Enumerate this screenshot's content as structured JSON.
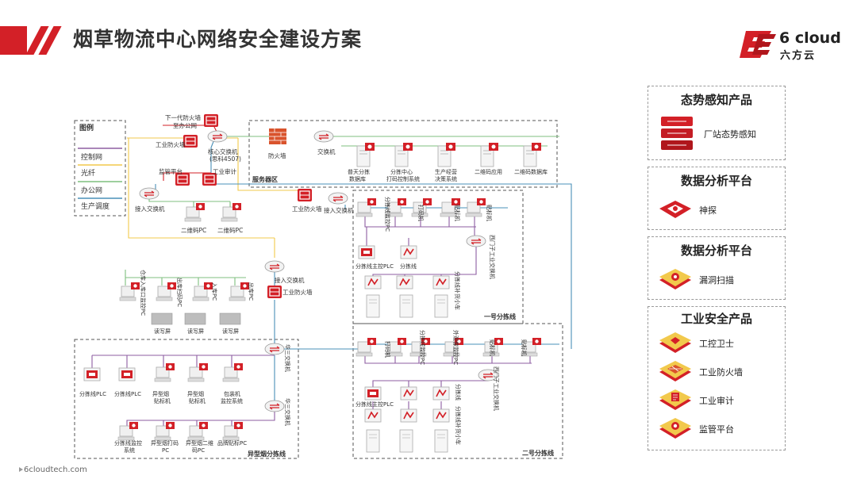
{
  "header": {
    "title": "烟草物流中心网络安全建设方案",
    "logo_en": "6 cloud",
    "logo_cn": "六方云"
  },
  "colors": {
    "brand_red": "#d32027",
    "control_net": "#8e5ea2",
    "fiber": "#f2c94c",
    "office_net": "#7fbf7f",
    "production": "#4a90b8"
  },
  "legend": {
    "title": "图例",
    "items": [
      "控制网",
      "光纤",
      "办公网",
      "生产调度"
    ]
  },
  "nodes": {
    "ngfw": "下一代防火墙",
    "office": "至办公网",
    "core_switch": "核心交换机",
    "core_model": "(思科4507)",
    "ind_fw_top": "工业防火墙",
    "monitor": "监管平台",
    "audit": "工业审计",
    "access_left": "接入交换机",
    "qr_pc_a": "二维码PC",
    "qr_pc_b": "二维码PC",
    "ind_fw_mid": "工业防火墙",
    "access_mid": "接入交换机",
    "access_wh": "接入交换机",
    "ind_fw_wh": "工业防火墙",
    "h3c_1": "华三交换机",
    "h3c_2": "华三交换机"
  },
  "server_zone": {
    "label": "服务器区",
    "firewall": "防火墙",
    "switch": "交换机",
    "servers": [
      {
        "l1": "普天分拣",
        "l2": "数据库"
      },
      {
        "l1": "分拣中心",
        "l2": "打码控制系统"
      },
      {
        "l1": "生产经营",
        "l2": "决策系统"
      },
      {
        "l1": "二维码应用",
        "l2": ""
      },
      {
        "l1": "二维码数据库",
        "l2": ""
      }
    ]
  },
  "warehouse": {
    "pcs": [
      "仓库入库口监控PC",
      "出库扫码PC",
      "入库PC",
      "出库PC"
    ],
    "screens": [
      "读写屏",
      "读写屏",
      "读写屏"
    ]
  },
  "line1": {
    "label": "一号分拣线",
    "top_devices": [
      "分拣线监控PC",
      "打码机",
      "贴标机",
      "贴标机"
    ],
    "switch": "西门子工业交换机",
    "plc_main": "分拣线主控PLC",
    "plc_line": "分拣线",
    "cart": "分拣线补货小车"
  },
  "line2": {
    "label": "二号分拣线",
    "top_devices": [
      "打码机",
      "分拣线监控PC",
      "外观像监控PC",
      "贴标机",
      "贴标机"
    ],
    "switch": "西门子工业交换机",
    "plc_main": "分拣线主控PLC",
    "plc_line": "分拣线",
    "cart": "分拣线补货小车"
  },
  "special_line": {
    "label": "异型烟分拣线",
    "row1": [
      {
        "l1": "分拣线PLC",
        "l2": ""
      },
      {
        "l1": "分拣线PLC",
        "l2": ""
      },
      {
        "l1": "异型烟",
        "l2": "贴标机"
      },
      {
        "l1": "异型烟",
        "l2": "贴标机"
      },
      {
        "l1": "包装机",
        "l2": "监控系统"
      }
    ],
    "row2": [
      {
        "l1": "分拣线监控",
        "l2": "系统"
      },
      {
        "l1": "异型烟打码",
        "l2": "PC"
      },
      {
        "l1": "异型烟二维",
        "l2": "码PC"
      },
      {
        "l1": "品牌贴标PC",
        "l2": ""
      }
    ]
  },
  "panels": [
    {
      "title": "态势感知产品",
      "items": [
        {
          "label": "厂站态势感知",
          "icon": "situation-awareness-icon"
        }
      ]
    },
    {
      "title": "数据分析平台",
      "items": [
        {
          "label": "神探",
          "icon": "shentan-icon"
        }
      ]
    },
    {
      "title": "数据分析平台",
      "items": [
        {
          "label": "漏洞扫描",
          "icon": "vuln-scan-icon"
        }
      ]
    },
    {
      "title": "工业安全产品",
      "items": [
        {
          "label": "工控卫士",
          "icon": "ics-guard-icon"
        },
        {
          "label": "工业防火墙",
          "icon": "industrial-firewall-icon"
        },
        {
          "label": "工业审计",
          "icon": "industrial-audit-icon"
        },
        {
          "label": "监管平台",
          "icon": "supervision-platform-icon"
        }
      ]
    }
  ],
  "footer": {
    "url": "6cloudtech.com"
  }
}
